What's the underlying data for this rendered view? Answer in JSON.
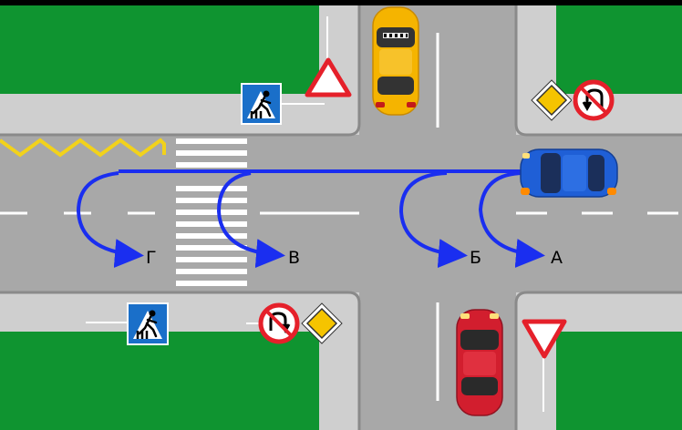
{
  "colors": {
    "grass": "#0f9430",
    "asphalt": "#a8a8a8",
    "sidewalk": "#cfcfcf",
    "curb": "#8a8a8a",
    "route": "#1a2ef0",
    "zigzag": "#f2d21b"
  },
  "routes": [
    {
      "id": "a",
      "label": "А"
    },
    {
      "id": "b",
      "label": "Б"
    },
    {
      "id": "v",
      "label": "В"
    },
    {
      "id": "g",
      "label": "Г"
    }
  ],
  "signs": [
    {
      "name": "pedestrian-crossing-sign-top",
      "icon": "pedestrian-crossing-icon"
    },
    {
      "name": "yield-sign-top",
      "icon": "yield-icon"
    },
    {
      "name": "priority-road-sign-top-right",
      "icon": "priority-road-icon"
    },
    {
      "name": "no-u-turn-sign-top-right",
      "icon": "no-u-turn-icon"
    },
    {
      "name": "pedestrian-crossing-sign-bottom",
      "icon": "pedestrian-crossing-icon"
    },
    {
      "name": "no-u-turn-sign-bottom",
      "icon": "no-u-turn-icon"
    },
    {
      "name": "priority-road-sign-bottom",
      "icon": "priority-road-icon"
    },
    {
      "name": "yield-sign-bottom-right",
      "icon": "yield-icon"
    }
  ],
  "vehicles": [
    {
      "name": "taxi-car",
      "color": "#f5b400"
    },
    {
      "name": "blue-car",
      "color": "#1f5fd6"
    },
    {
      "name": "red-car",
      "color": "#d21e2e"
    }
  ]
}
